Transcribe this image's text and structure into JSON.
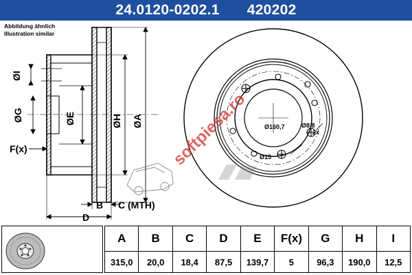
{
  "header": {
    "part_number": "24.0120-0202.1",
    "code": "420202"
  },
  "notes": {
    "line1": "Abbildung ähnlich",
    "line2": "Illustration similar"
  },
  "dimension_labels": {
    "I": "ØI",
    "G": "ØG",
    "E": "ØE",
    "H": "ØH",
    "A": "ØA",
    "F": "F(x)",
    "B": "B",
    "C": "C (MTH)",
    "D": "D"
  },
  "front_view_labels": {
    "pcd": "Ø160,7",
    "hole": "Ø8,8",
    "hole_count": "2x",
    "center": "Ø15"
  },
  "watermark": "softpiesa.ro",
  "table": {
    "headers": [
      "A",
      "B",
      "C",
      "D",
      "E",
      "F(x)",
      "G",
      "H",
      "I"
    ],
    "values": [
      "315,0",
      "20,0",
      "18,4",
      "87,5",
      "139,7",
      "5",
      "96,3",
      "190,0",
      "12,5"
    ]
  },
  "colors": {
    "header_bg": "#1f4f9e",
    "header_text": "#ffffff",
    "watermark": "#d0342c"
  }
}
